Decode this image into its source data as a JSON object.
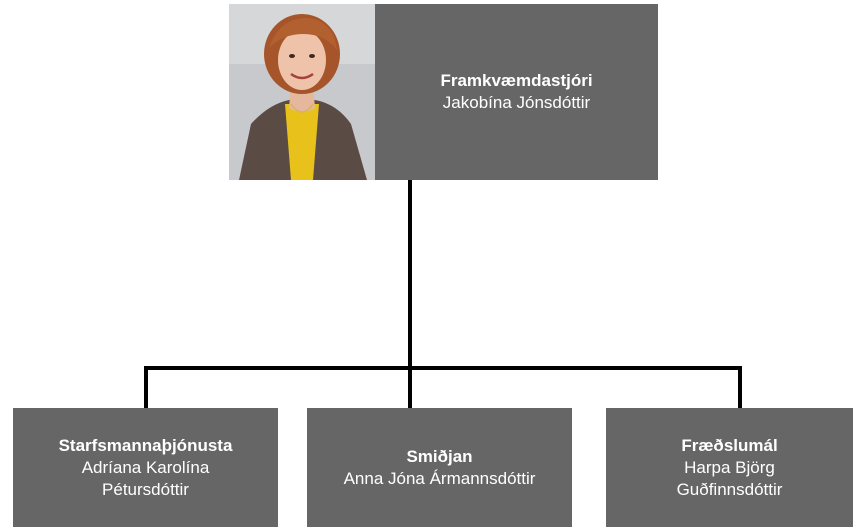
{
  "chart": {
    "head": {
      "role": "Framkvæmdastjóri",
      "name": "Jakobína Jónsdóttir"
    },
    "units": [
      {
        "role": "Starfsmannaþjónusta",
        "name_line1": "Adríana Karolína",
        "name_line2": "Pétursdóttir"
      },
      {
        "role": "Smiðjan",
        "name_line1": "Anna Jóna Ármannsdóttir",
        "name_line2": ""
      },
      {
        "role": "Fræðslumál",
        "name_line1": "Harpa Björg",
        "name_line2": "Guðfinnsdóttir"
      }
    ]
  },
  "colors": {
    "box_fill": "#666666",
    "box_text": "#ffffff",
    "connector": "#000000"
  }
}
